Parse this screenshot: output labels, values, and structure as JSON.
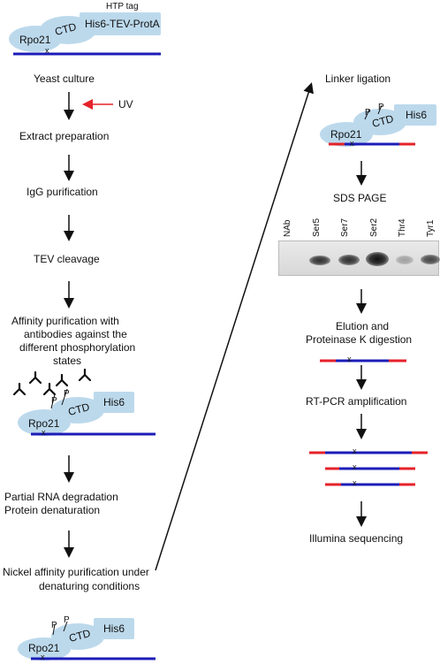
{
  "top_construct": {
    "tag_label": "HTP tag",
    "tag_box": "His6-TEV-ProtA",
    "rpo21": "Rpo21",
    "ctd": "CTD",
    "crosslink": "x"
  },
  "left_steps": {
    "yeast_culture": "Yeast culture",
    "uv": "UV",
    "extract": "Extract preparation",
    "igg": "IgG purification",
    "tev": "TEV cleavage",
    "affinity_1": "Affinity purification with",
    "affinity_2": "antibodies against the",
    "affinity_3": "different phosphorylation",
    "affinity_4": "states",
    "rna_deg": "Partial RNA degradation",
    "denat": "Protein denaturation",
    "nickel_1": "Nickel affinity purification under",
    "nickel_2": "denaturing conditions"
  },
  "construct_labels": {
    "his6": "His6",
    "rpo21": "Rpo21",
    "ctd": "CTD",
    "p": "P",
    "x": "x"
  },
  "right_steps": {
    "linker": "Linker ligation",
    "sds": "SDS PAGE",
    "elution_1": "Elution and",
    "elution_2": "Proteinase K digestion",
    "rtpcr": "RT-PCR amplification",
    "illumina": "Illumina sequencing"
  },
  "gel_lanes": [
    "NAb",
    "Ser5",
    "Ser7",
    "Ser2",
    "Thr4",
    "Tyr1"
  ],
  "colors": {
    "rna": "#1c1cb8",
    "linker": "#e5222a",
    "protein": "#bcd9ec",
    "arrow_uv": "#e5222a"
  }
}
